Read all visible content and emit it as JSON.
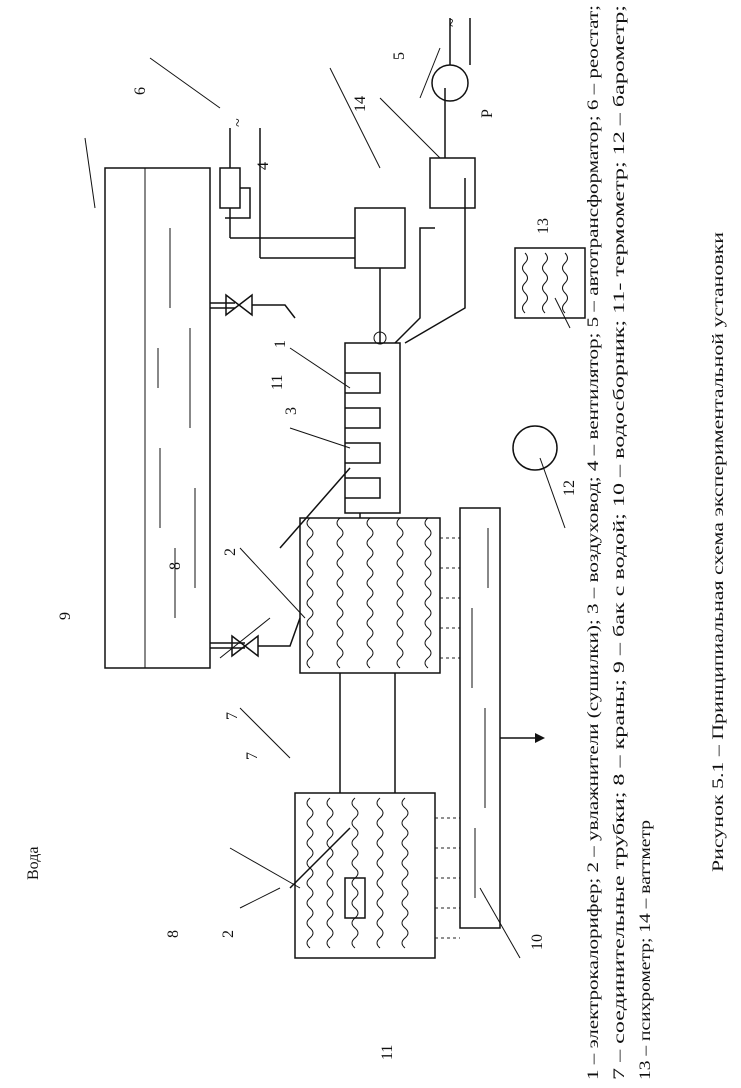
{
  "labels": {
    "n1": "1",
    "n2a": "2",
    "n2b": "2",
    "n3": "3",
    "n4": "4",
    "n5": "5",
    "n6": "6",
    "n7a": "7",
    "n7b": "7",
    "n8a": "8",
    "n8b": "8",
    "n9": "9",
    "n10": "10",
    "n11a": "11",
    "n11b": "11",
    "n12": "12",
    "n13": "13",
    "n14": "14",
    "water": "Вода",
    "meter_p": "P",
    "ac_sym_1": "~",
    "ac_sym_2": "~"
  },
  "legend": {
    "line1": "1 – электрокалорифер; 2 – увлажнители (сушилки); 3 – воздуховод; 4 – вентилятор; 5 – автотрансформатор; 6 – реостат;",
    "line2": "7 – соединительные трубки; 8 – краны; 9 – бак с водой; 10 – водосборник; 11- термометр; 12 – барометр;",
    "line3": "13 – психрометр; 14 – ваттметр"
  },
  "caption": "Рисунок 5.1 – Принципиальная схема экспериментальной установки"
}
